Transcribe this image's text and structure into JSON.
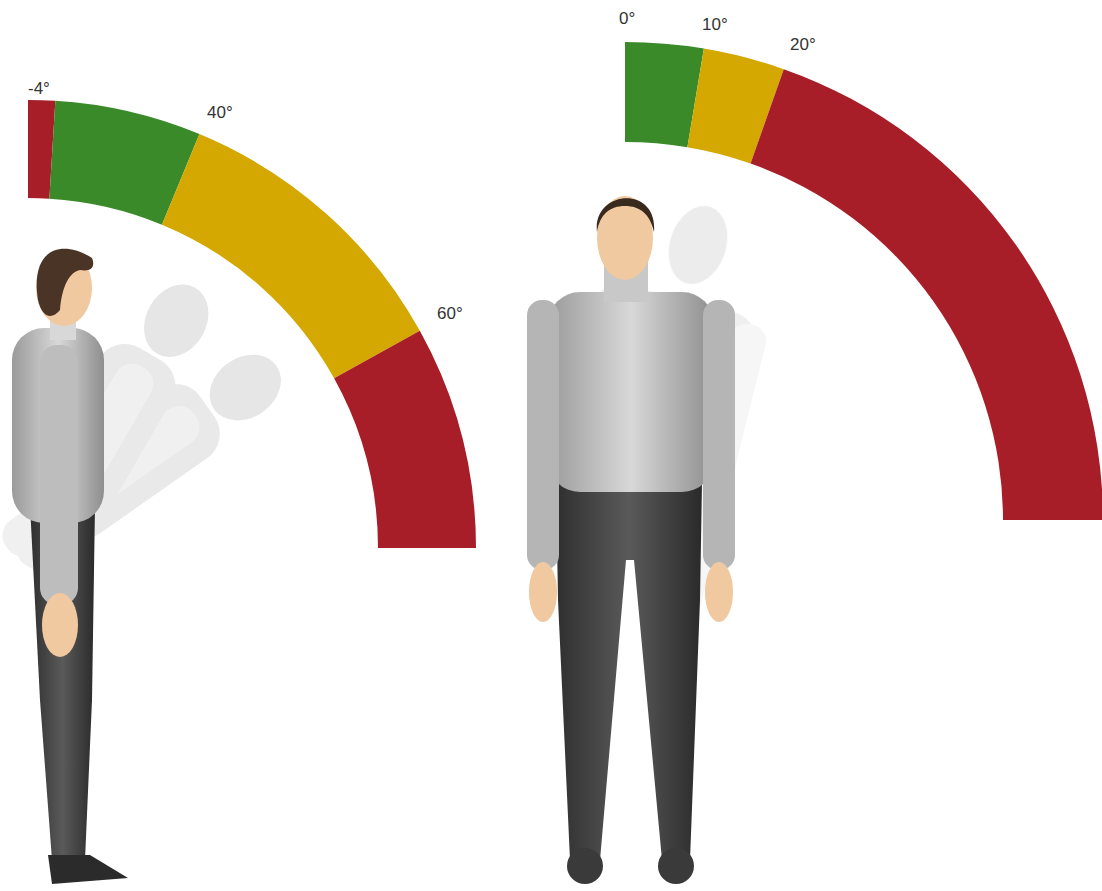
{
  "diagram": {
    "labels": [
      "-4°",
      "40°",
      "60°",
      "0°",
      "10°",
      "20°"
    ]
  }
}
